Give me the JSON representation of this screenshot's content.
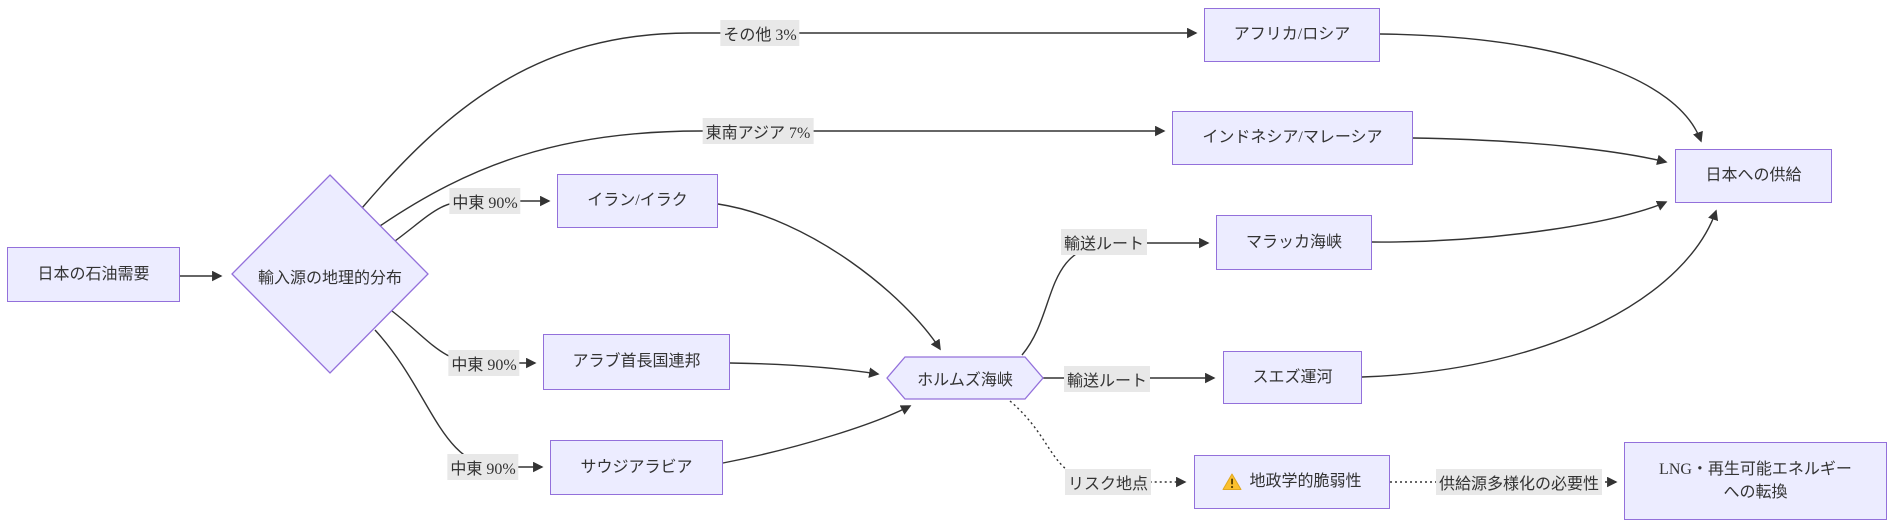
{
  "diagram": {
    "nodes": {
      "demand": {
        "label": "日本の石油需要"
      },
      "distribution": {
        "label": "輸入源の地理的分布"
      },
      "iran_iraq": {
        "label": "イラン/イラク"
      },
      "uae": {
        "label": "アラブ首長国連邦"
      },
      "saudi": {
        "label": "サウジアラビア"
      },
      "africa_russia": {
        "label": "アフリカ/ロシア"
      },
      "indonesia_malaysia": {
        "label": "インドネシア/マレーシア"
      },
      "hormuz": {
        "label": "ホルムズ海峡"
      },
      "malacca": {
        "label": "マラッカ海峡"
      },
      "suez": {
        "label": "スエズ運河"
      },
      "geopolitical": {
        "label": "地政学的脆弱性",
        "icon": "warning-triangle"
      },
      "lng": {
        "label_line1": "LNG・再生可能エネルギー",
        "label_line2": "への転換"
      },
      "supply": {
        "label": "日本への供給"
      }
    },
    "edge_labels": {
      "others": "その他 3%",
      "southeast_asia": "東南アジア 7%",
      "middle_east_iran": "中東 90%",
      "middle_east_uae": "中東 90%",
      "middle_east_saudi": "中東 90%",
      "route_malacca": "輸送ルート",
      "route_suez": "輸送ルート",
      "risk_point": "リスク地点",
      "diversification": "供給源多様化の必要性"
    },
    "colors": {
      "node_fill": "#ECECFF",
      "node_border": "#9370DB",
      "edge": "#333333",
      "edge_label_bg": "#e8e8e8",
      "text": "#333333",
      "warning_fill": "#FBC02D"
    }
  }
}
